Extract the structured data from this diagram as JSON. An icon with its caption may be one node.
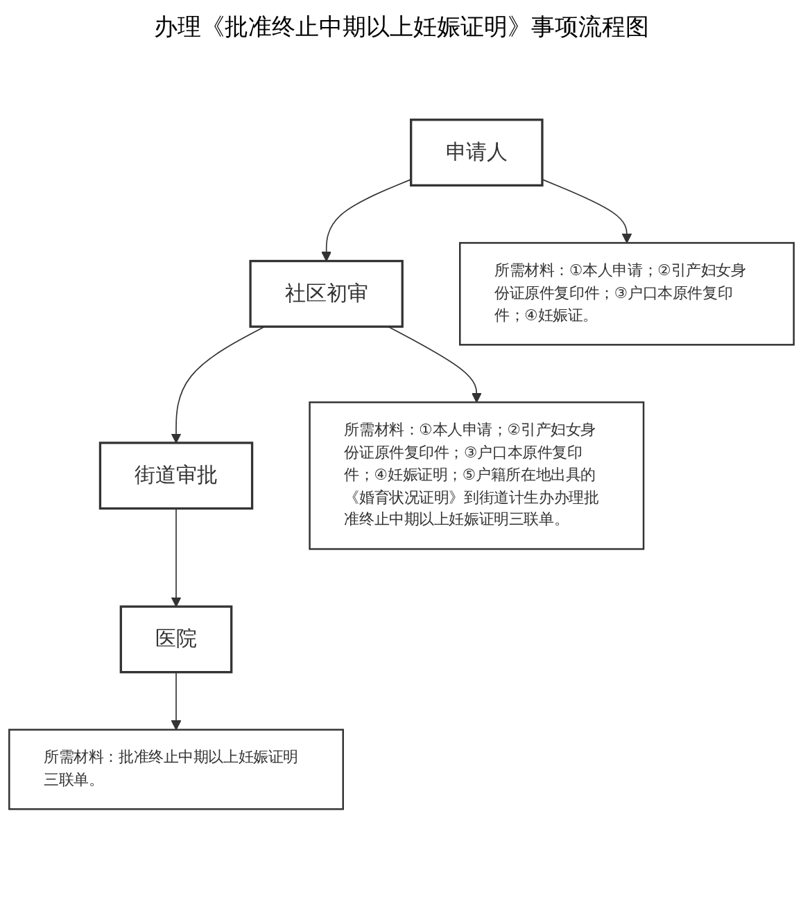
{
  "diagram": {
    "title": "办理《批准终止中期以上妊娠证明》事项流程图",
    "nodes": [
      {
        "text": [
          "申请人"
        ]
      },
      {
        "text": [
          "社区初审"
        ]
      },
      {
        "text": [
          "街道审批"
        ]
      },
      {
        "text": [
          "医院"
        ]
      },
      {
        "text": [
          "所需材料：①本人申请；②引产妇女身份证原件复印件；③户口本原件复印件；④妊娠证。"
        ]
      },
      {
        "text": [
          "所需材料：①本人申请；②引产妇女身份证原件复印件；③户口本原件复印件；④妊娠证明；⑤户籍所在地出具的《婚育状况证明》到街道计生办办理批准终止中期以上妊娠证明三联单。"
        ]
      },
      {
        "text": [
          "所需材料：批准终止中期以上妊娠证明三联单。"
        ]
      }
    ],
    "edges": [
      {
        "from": 0,
        "to": 1,
        "arrow": "to"
      },
      {
        "from": 0,
        "to": 4,
        "arrow": "to"
      },
      {
        "from": 1,
        "to": 2,
        "arrow": "to"
      },
      {
        "from": 1,
        "to": 5,
        "arrow": "to"
      },
      {
        "from": 2,
        "to": 3,
        "arrow": "to"
      },
      {
        "from": 3,
        "to": 6,
        "arrow": "to"
      }
    ]
  }
}
